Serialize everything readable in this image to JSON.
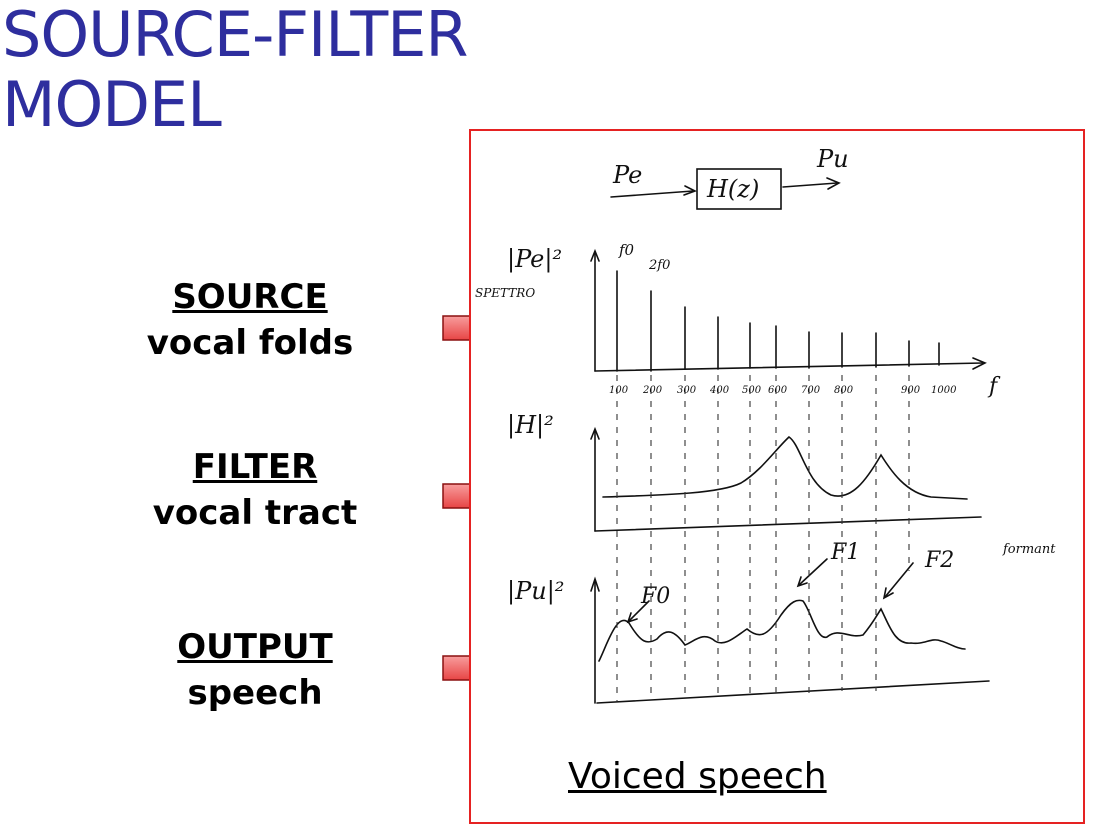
{
  "title": {
    "line1": "SOURCE-FILTER",
    "line2": "MODEL"
  },
  "colors": {
    "title": "#2e2e9e",
    "frame": "#e52222",
    "arrow_top": "#ffb3b3",
    "arrow_bottom": "#e02020"
  },
  "labels": [
    {
      "head": "SOURCE",
      "sub": "vocal folds"
    },
    {
      "head": "FILTER",
      "sub": "vocal tract"
    },
    {
      "head": "OUTPUT",
      "sub": "speech"
    }
  ],
  "caption": "Voiced speech",
  "sketch": {
    "block_in": "Pe",
    "block": "H(z)",
    "block_out": "Pu",
    "source_ylabel": "|Pe|²",
    "source_note": "SPETTRO",
    "f0_label": "f0",
    "two_f0_label": "2f0",
    "freq_ticks": [
      "100",
      "200",
      "300",
      "400",
      "500",
      "600",
      "700",
      "800",
      "900",
      "1000"
    ],
    "x_axis_label": "f",
    "filter_ylabel": "|H|²",
    "formant_note": "formant",
    "output_ylabel": "|Pu|²",
    "output_labels": [
      "F0",
      "F1",
      "F2"
    ]
  },
  "icons": {
    "arrow": "right-arrow-icon"
  }
}
